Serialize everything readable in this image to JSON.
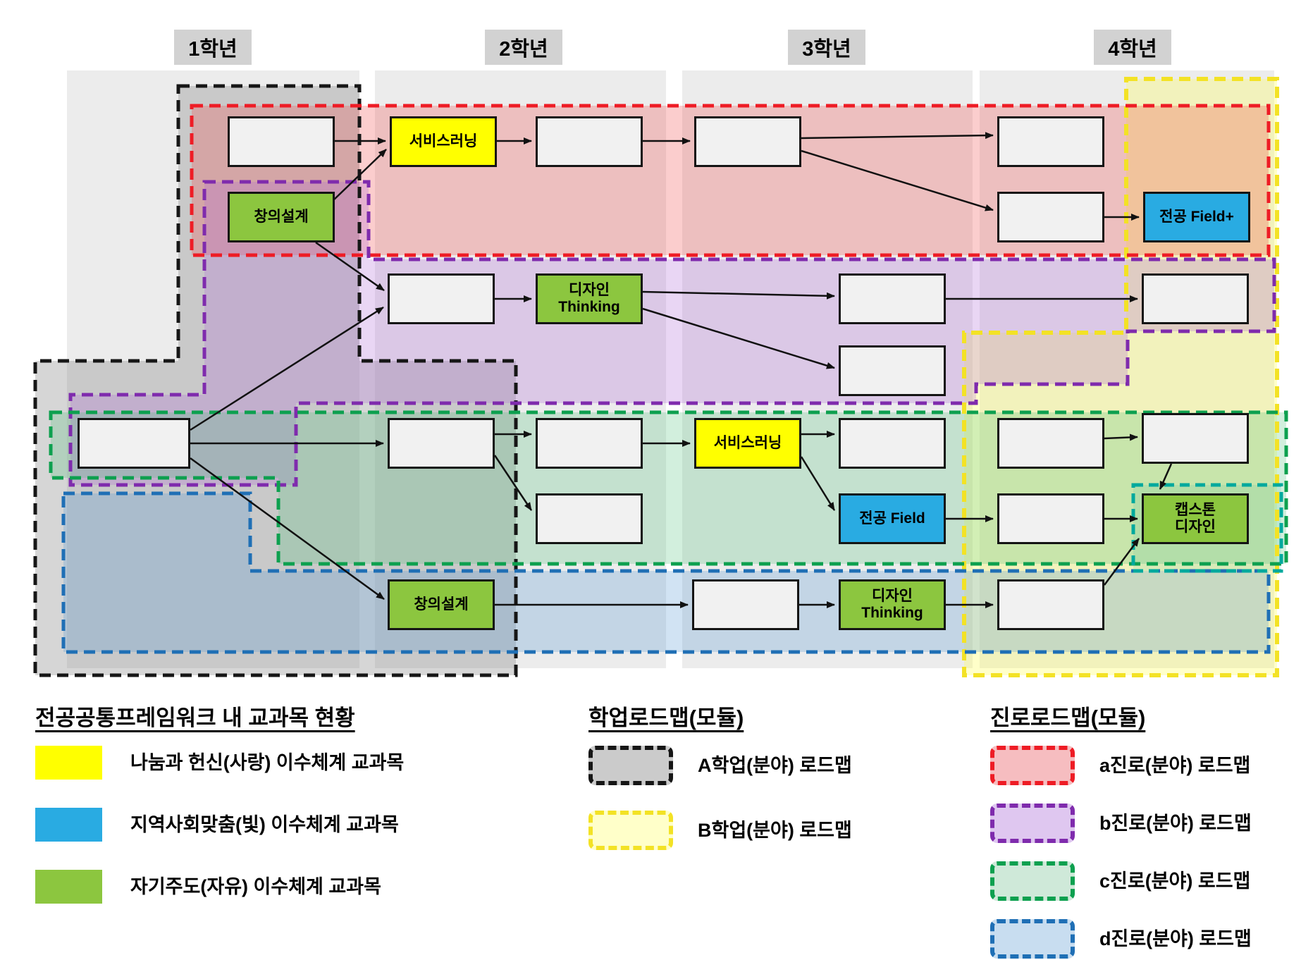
{
  "columns": [
    "1학년",
    "2학년",
    "3학년",
    "4학년"
  ],
  "boxes": {
    "service_learning": "서비스러닝",
    "creative_design": "창의설계",
    "design_thinking": "디자인\nThinking",
    "major_field_plus": "전공 Field+",
    "major_field": "전공 Field",
    "capstone_design": "캡스톤\n디자인"
  },
  "colors": {
    "course_yellow": "#ffff00",
    "course_blue": "#29abe2",
    "course_green": "#8cc63f",
    "module_a_stroke": "#161616",
    "module_b_stroke": "#f3e225",
    "career_a_stroke": "#ee1c25",
    "career_b_stroke": "#7f2bad",
    "career_c_stroke": "#0da04f",
    "career_d_stroke": "#1f6fb5"
  },
  "legend": {
    "courses": {
      "title": "전공공통프레임워크 내 교과목 현황",
      "items": [
        {
          "color": "#ffff00",
          "label": "나눔과 헌신(사랑) 이수체계 교과목"
        },
        {
          "color": "#29abe2",
          "label": "지역사회맞춤(빛) 이수체계 교과목"
        },
        {
          "color": "#8cc63f",
          "label": "자기주도(자유) 이수체계 교과목"
        }
      ]
    },
    "academic": {
      "title": "학업로드맵(모듈)",
      "items": [
        {
          "fill": "#cbcbcb",
          "stroke": "#161616",
          "label": "A학업(분야) 로드맵"
        },
        {
          "fill": "#ffffc9",
          "stroke": "#f3e225",
          "label": "B학업(분야) 로드맵"
        }
      ]
    },
    "career": {
      "title": "진로로드맵(모듈)",
      "items": [
        {
          "fill": "#f6bdc0",
          "stroke": "#ee1c25",
          "label": "a진로(분야) 로드맵"
        },
        {
          "fill": "#dfc7f0",
          "stroke": "#7f2bad",
          "label": "b진로(분야) 로드맵"
        },
        {
          "fill": "#cfe9d9",
          "stroke": "#0da04f",
          "label": "c진로(분야) 로드맵"
        },
        {
          "fill": "#c8ddf0",
          "stroke": "#1f6fb5",
          "label": "d진로(분야) 로드맵"
        }
      ]
    }
  }
}
